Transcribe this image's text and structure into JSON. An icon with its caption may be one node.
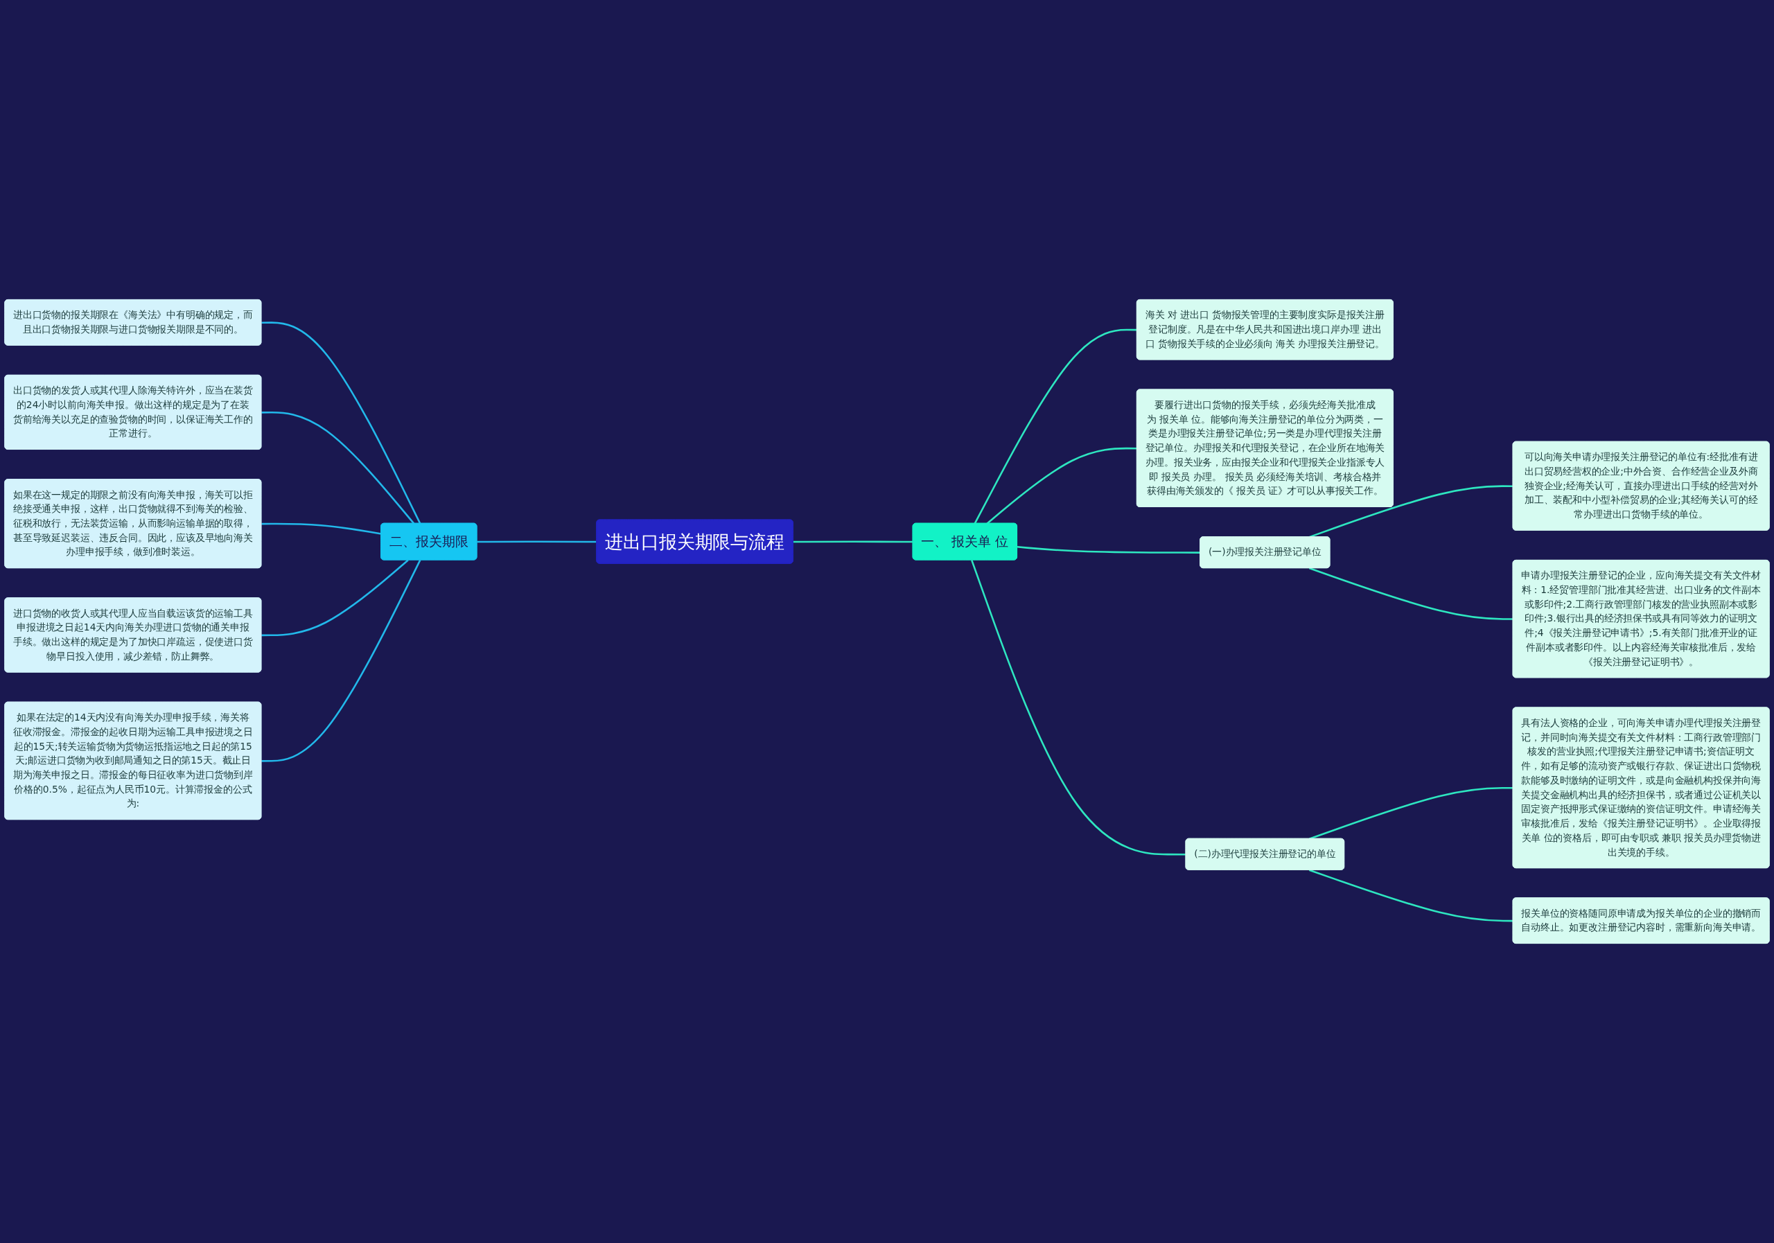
{
  "diagram": {
    "nodes": [
      {
        "text": [
          "进出口报关期限与流程"
        ]
      },
      {
        "text": [
          "二、报关期限"
        ]
      },
      {
        "text": [
          "进出口货物的报关期限在《海关法》中有明确的规定，而且出口货物报关期限与进口货物报关期限是不同的。"
        ]
      },
      {
        "text": [
          "出口货物的发货人或其代理人除海关特许外，应当在装货的24小时以前向海关申报。做出这样的规定是为了在装货前给海关以充足的查验货物的时间，以保证海关工作的正常进行。"
        ]
      },
      {
        "text": [
          "如果在这一规定的期限之前没有向海关申报，海关可以拒绝接受通关申报，这样，出口货物就得不到海关的检验、征税和放行，无法装货运输，从而影响运输单据的取得，甚至导致延迟装运、违反合同。因此，应该及早地向海关办理申报手续，做到准时装运。"
        ]
      },
      {
        "text": [
          "进口货物的收货人或其代理人应当自载运该货的运输工具申报进境之日起14天内向海关办理进口货物的通关申报手续。做出这样的规定是为了加快口岸疏运，促使进口货物早日投入使用，减少差错，防止舞弊。"
        ]
      },
      {
        "text": [
          "如果在法定的14天内没有向海关办理申报手续，海关将征收滞报金。滞报金的起收日期为运输工具申报进境之日起的15天;转关运输货物为货物运抵指运地之日起的第15天;邮运进口货物为收到邮局通知之日的第15天。截止日期为海关申报之日。滞报金的每日征收率为进口货物到岸价格的0.5%，起征点为人民币10元。计算滞报金的公式为:"
        ]
      },
      {
        "text": [
          "一、 报关单 位"
        ]
      },
      {
        "text": [
          "海关 对 进出口 货物报关管理的主要制度实际是报关注册登记制度。凡是在中华人民共和国进出境口岸办理 进出口 货物报关手续的企业必须向 海关 办理报关注册登记。"
        ]
      },
      {
        "text": [
          "要履行进出口货物的报关手续，必须先经海关批准成为 报关单 位。能够向海关注册登记的单位分为两类，一类是办理报关注册登记单位;另一类是办理代理报关注册登记单位。办理报关和代理报关登记，在企业所在地海关办理。报关业务，应由报关企业和代理报关企业指派专人即 报关员 办理。 报关员 必须经海关培训、考核合格并获得由海关颁发的《 报关员 证》才可以从事报关工作。"
        ]
      },
      {
        "text": [
          "(一)办理报关注册登记单位"
        ]
      },
      {
        "text": [
          "可以向海关申请办理报关注册登记的单位有:经批准有进出口贸易经营权的企业;中外合资、合作经营企业及外商独资企业;经海关认可，直接办理进出口手续的经营对外加工、装配和中小型补偿贸易的企业;其经海关认可的经常办理进出口货物手续的单位。"
        ]
      },
      {
        "text": [
          "申请办理报关注册登记的企业，应向海关提交有关文件材料：1.经贸管理部门批准其经营进、出口业务的文件副本或影印件;2.工商行政管理部门核发的营业执照副本或影印件;3.银行出具的经济担保书或具有同等效力的证明文件;4《报关注册登记申请书》;5.有关部门批准开业的证件副本或者影印件。以上内容经海关审核批准后，发给《报关注册登记证明书》。"
        ]
      },
      {
        "text": [
          "(二)办理代理报关注册登记的单位"
        ]
      },
      {
        "text": [
          "具有法人资格的企业，可向海关申请办理代理报关注册登记，并同时向海关提交有关文件材料：工商行政管理部门核发的营业执照;代理报关注册登记申请书;资信证明文件，如有足够的流动资产或银行存款、保证进出口货物税款能够及时缴纳的证明文件，或是向金融机构投保并向海关提交金融机构出具的经济担保书，或者通过公证机关以固定资产抵押形式保证缴纳的资信证明文件。申请经海关审核批准后，发给《报关注册登记证明书》。企业取得报关单 位的资格后，即可由专职或 兼职 报关员办理货物进出关境的手续。"
        ]
      },
      {
        "text": [
          "报关单位的资格随同原申请成为报关单位的企业的撤销而自动终止。如更改注册登记内容时，需重新向海关申请。"
        ]
      }
    ],
    "edges": [
      {
        "from": 2,
        "to": 1,
        "arrow": "none",
        "color": "#22b8ea"
      },
      {
        "from": 3,
        "to": 1,
        "arrow": "none",
        "color": "#22b8ea"
      },
      {
        "from": 4,
        "to": 1,
        "arrow": "none",
        "color": "#22b8ea"
      },
      {
        "from": 5,
        "to": 1,
        "arrow": "none",
        "color": "#22b8ea"
      },
      {
        "from": 6,
        "to": 1,
        "arrow": "none",
        "color": "#22b8ea"
      },
      {
        "from": 1,
        "to": 0,
        "arrow": "none",
        "color": "#22b8ea"
      },
      {
        "from": 0,
        "to": 7,
        "arrow": "none"
      },
      {
        "from": 7,
        "to": 8,
        "arrow": "none"
      },
      {
        "from": 7,
        "to": 9,
        "arrow": "none"
      },
      {
        "from": 7,
        "to": 10,
        "arrow": "none"
      },
      {
        "from": 7,
        "to": 13,
        "arrow": "none"
      },
      {
        "from": 10,
        "to": 11,
        "arrow": "none"
      },
      {
        "from": 10,
        "to": 12,
        "arrow": "none"
      },
      {
        "from": 13,
        "to": 14,
        "arrow": "none"
      },
      {
        "from": 13,
        "to": 15,
        "arrow": "none"
      }
    ]
  }
}
